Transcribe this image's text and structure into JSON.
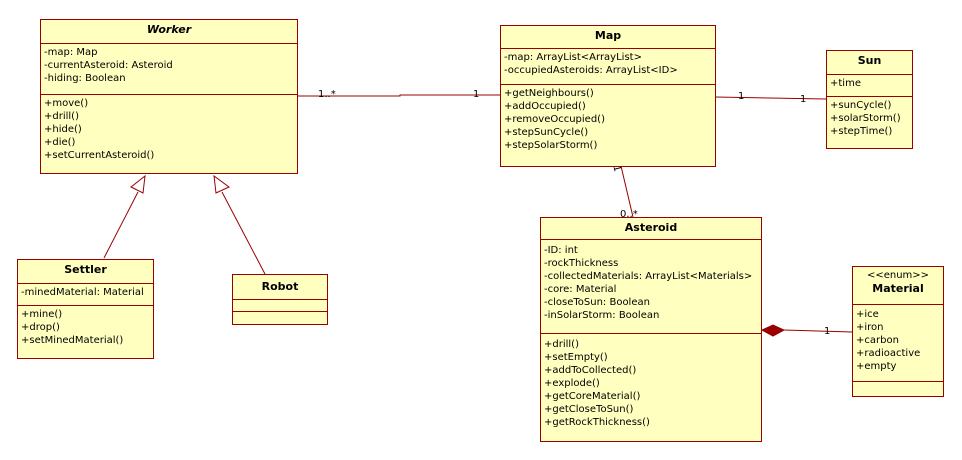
{
  "classes": {
    "worker": {
      "name": "Worker",
      "attributes": [
        "-map: Map",
        "-currentAsteroid: Asteroid",
        "-hiding: Boolean"
      ],
      "operations": [
        "+move()",
        "+drill()",
        "+hide()",
        "+die()",
        "+setCurrentAsteroid()"
      ]
    },
    "map": {
      "name": "Map",
      "attributes": [
        "-map: ArrayList<ArrayList>",
        "-occupiedAsteroids: ArrayList<ID>"
      ],
      "operations": [
        "+getNeighbours()",
        "+addOccupied()",
        "+removeOccupied()",
        "+stepSunCycle()",
        "+stepSolarStorm()"
      ]
    },
    "sun": {
      "name": "Sun",
      "attributes": [
        "+time"
      ],
      "operations": [
        "+sunCycle()",
        "+solarStorm()",
        "+stepTime()"
      ]
    },
    "settler": {
      "name": "Settler",
      "attributes": [
        "-minedMaterial: Material"
      ],
      "operations": [
        "+mine()",
        "+drop()",
        "+setMinedMaterial()"
      ]
    },
    "robot": {
      "name": "Robot",
      "attributes": [],
      "operations": []
    },
    "asteroid": {
      "name": "Asteroid",
      "attributes": [
        "-ID: int",
        "-rockThickness",
        "-collectedMaterials: ArrayList<Materials>",
        "-core: Material",
        "-closeToSun: Boolean",
        "-inSolarStorm: Boolean"
      ],
      "operations": [
        "+drill()",
        "+setEmpty()",
        "+addToCollected()",
        "+explode()",
        "+getCoreMaterial()",
        "+getCloseToSun()",
        "+getRockThickness()"
      ]
    },
    "material": {
      "stereotype": "<<enum>>",
      "name": "Material",
      "attributes": [
        "+ice",
        "+iron",
        "+carbon",
        "+radioactive",
        "+empty"
      ],
      "operations": []
    }
  },
  "multiplicities": {
    "worker_map_worker_end": "1..*",
    "worker_map_map_end": "1",
    "map_sun_map_end": "1",
    "map_sun_sun_end": "1",
    "map_asteroid_map_end": "1",
    "map_asteroid_asteroid_end": "0..*",
    "asteroid_material_material_end": "1"
  },
  "colors": {
    "class_fill": "#ffffc0",
    "border": "#990000",
    "line": "#990000",
    "composition_diamond": "#990000"
  }
}
